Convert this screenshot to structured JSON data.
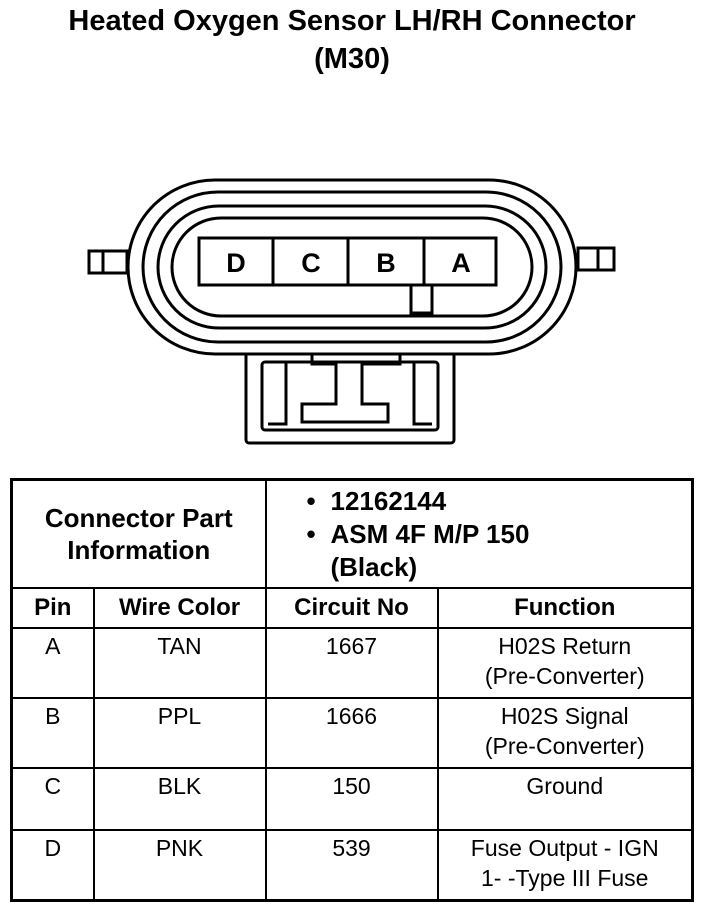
{
  "title": {
    "line1": "Heated Oxygen Sensor LH/RH Connector",
    "line2": "(M30)"
  },
  "connector": {
    "cavities": [
      "D",
      "C",
      "B",
      "A"
    ]
  },
  "table": {
    "part_label": [
      "Connector Part",
      "Information"
    ],
    "part_info": [
      "12162144",
      "ASM 4F M/P 150",
      "(Black)"
    ],
    "bullet": "•",
    "headers": {
      "pin": "Pin",
      "wire_color": "Wire Color",
      "circuit_no": "Circuit No",
      "function": "Function"
    },
    "rows": [
      {
        "pin": "A",
        "wire_color": "TAN",
        "circuit_no": "1667",
        "function": [
          "H02S Return",
          "(Pre-Converter)"
        ]
      },
      {
        "pin": "B",
        "wire_color": "PPL",
        "circuit_no": "1666",
        "function": [
          "H02S Signal",
          "(Pre-Converter)"
        ]
      },
      {
        "pin": "C",
        "wire_color": "BLK",
        "circuit_no": "150",
        "function": [
          "Ground"
        ]
      },
      {
        "pin": "D",
        "wire_color": "PNK",
        "circuit_no": "539",
        "function": [
          "Fuse Output - IGN",
          "1- -Type III Fuse"
        ]
      }
    ]
  }
}
